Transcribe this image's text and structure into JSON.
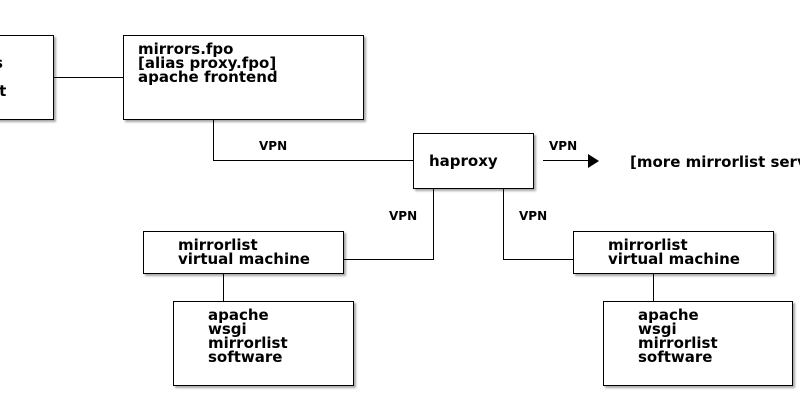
{
  "diagram": {
    "left_partial_box": {
      "lines": [
        "s",
        "it"
      ]
    },
    "frontend_box": {
      "lines": [
        "mirrors.fpo",
        "[alias proxy.fpo]",
        "apache frontend"
      ]
    },
    "haproxy_box": {
      "label": "haproxy"
    },
    "more_servers_label": "[more mirrorlist serv",
    "vpn_labels": {
      "frontend_to_haproxy": "VPN",
      "haproxy_to_more": "VPN",
      "haproxy_to_left_vm": "VPN",
      "haproxy_to_right_vm": "VPN"
    },
    "left_vm": {
      "vm_lines": [
        "mirrorlist",
        "virtual machine"
      ],
      "software_lines": [
        "apache",
        "wsgi",
        "mirrorlist",
        "software"
      ]
    },
    "right_vm": {
      "vm_lines": [
        "mirrorlist",
        "virtual machine"
      ],
      "software_lines": [
        "apache",
        "wsgi",
        "mirrorlist",
        "software"
      ]
    }
  }
}
